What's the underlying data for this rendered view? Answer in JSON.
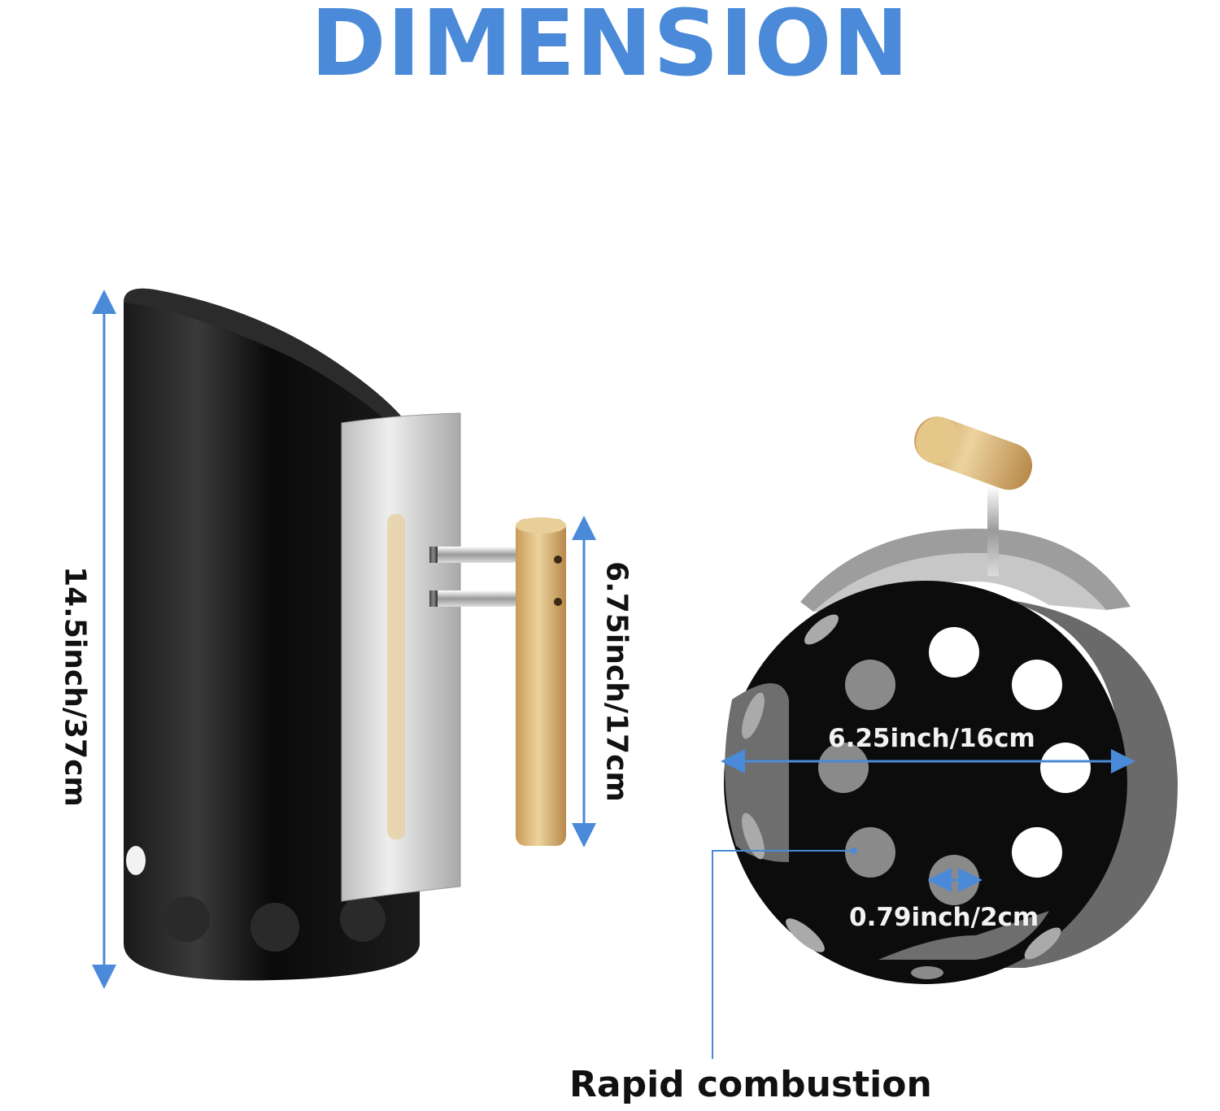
{
  "title": "DIMENSION",
  "dimensions": {
    "height_total": "14.5inch/37cm",
    "handle_length": "6.75inch/17cm",
    "diameter": "6.25inch/16cm",
    "hole_size": "0.79inch/2cm"
  },
  "callout": "Rapid combustion",
  "colors": {
    "accent": "#4a8ad8",
    "body": "#0d0d0d",
    "steel": "#c8c8c8",
    "bamboo": "#d9b77a"
  },
  "icons": [
    "chimney-starter-side-image",
    "chimney-starter-top-image"
  ]
}
